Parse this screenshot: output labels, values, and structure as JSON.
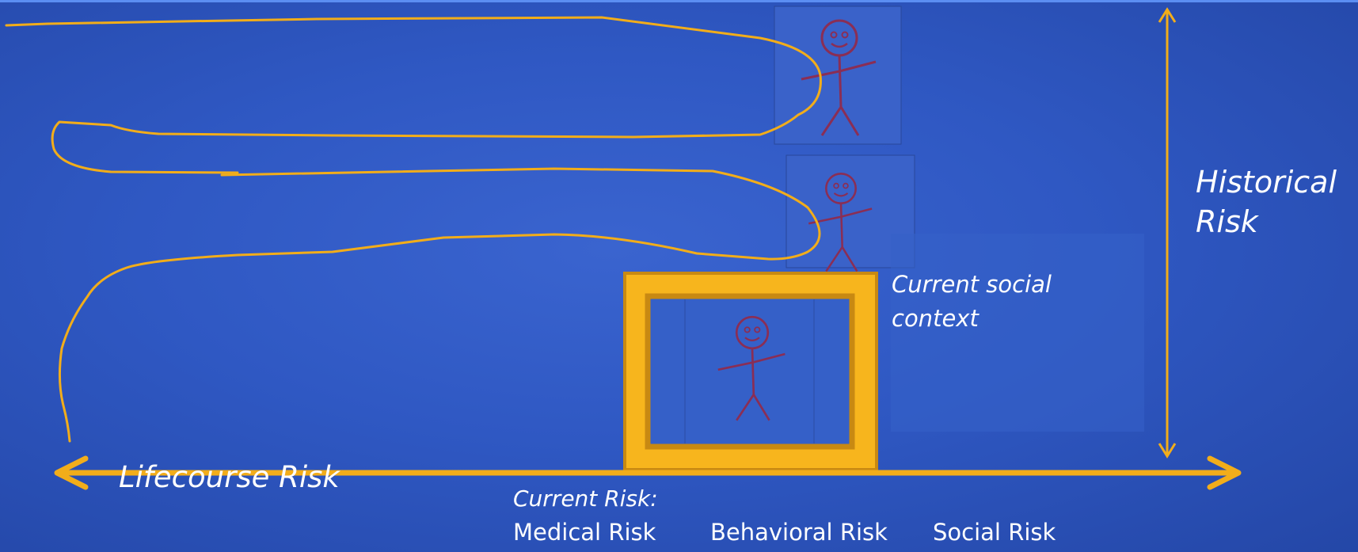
{
  "labels": {
    "historical": [
      "Historical",
      "Risk"
    ],
    "lifecourse": "Lifecourse Risk",
    "current_social": [
      "Current social",
      "context"
    ],
    "current_risk": "Current Risk:",
    "medical": "Medical  Risk",
    "behavioral": "Behavioral Risk",
    "social": "Social Risk"
  },
  "colors": {
    "background": "#2f58c3",
    "axis": "#f2ad1a",
    "frame": "#f7b51d",
    "frame_border": "#c88912",
    "figure": "#8a2e55",
    "text": "#ffffff"
  },
  "icons": [
    "stick-figure-icon",
    "double-arrow-icon"
  ]
}
